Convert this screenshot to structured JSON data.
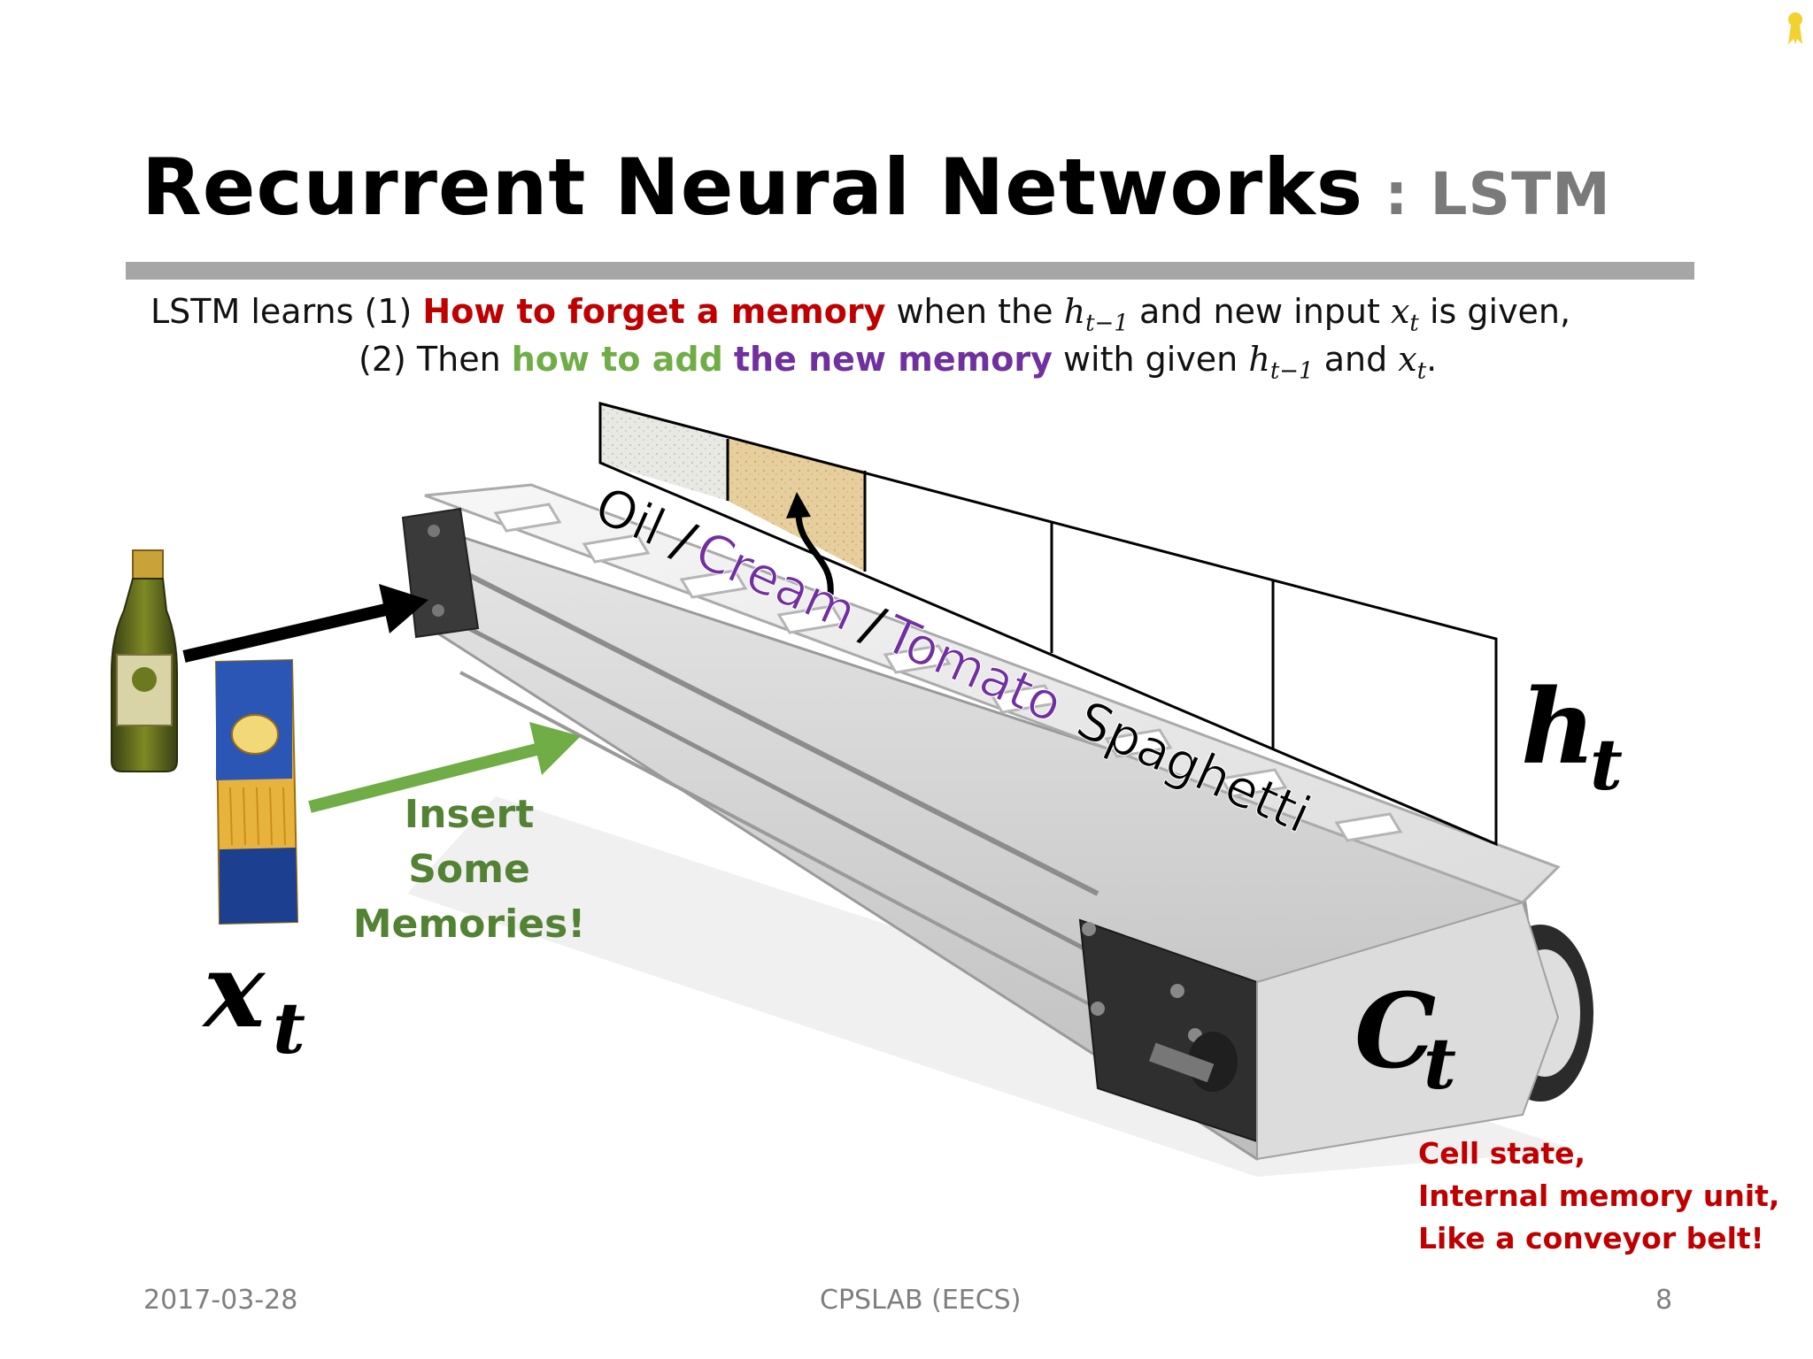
{
  "slide": {
    "title": "Recurrent Neural Networks",
    "subtitle": ": LSTM",
    "description": {
      "line1_prefix": "LSTM learns (1) ",
      "line1_highlight": "How to forget a memory",
      "line1_mid": " when the ",
      "line1_var1": "h",
      "line1_var1_sub": "t−1",
      "line1_mid2": " and new input ",
      "line1_var2": "x",
      "line1_var2_sub": "t",
      "line1_suffix": " is given,",
      "line2_prefix": "(2) Then ",
      "line2_green": "how to add",
      "line2_space": " ",
      "line2_purple": "the new memory",
      "line2_mid": " with given ",
      "line2_var1": "h",
      "line2_var1_sub": "t−1",
      "line2_and": " and ",
      "line2_var2": "x",
      "line2_var2_sub": "t",
      "line2_end": "."
    },
    "belt_words": {
      "oil": "Oil",
      "slash1": "/",
      "cream": "Cream",
      "slash2": "/",
      "tomato": "Tomato",
      "spaghetti": "Spaghetti"
    },
    "labels": {
      "h_var": "h",
      "h_sub": "t",
      "x_var": "x",
      "x_sub": "t",
      "c_var": "C",
      "c_sub": "t",
      "insert_line1": "Insert",
      "insert_line2": "Some",
      "insert_line3": "Memories!",
      "cell_line1": "Cell state,",
      "cell_line2": "Internal memory unit,",
      "cell_line3": "Like a conveyor belt!"
    },
    "footer": {
      "date": "2017-03-28",
      "center": "CPSLAB (EECS)",
      "page": "8"
    },
    "colors": {
      "forget": "#c00000",
      "add": "#70ad47",
      "new_memory": "#7030a0",
      "insert_text": "#548235",
      "arrow_green": "#70ad47",
      "rule": "#a6a6a6"
    }
  }
}
